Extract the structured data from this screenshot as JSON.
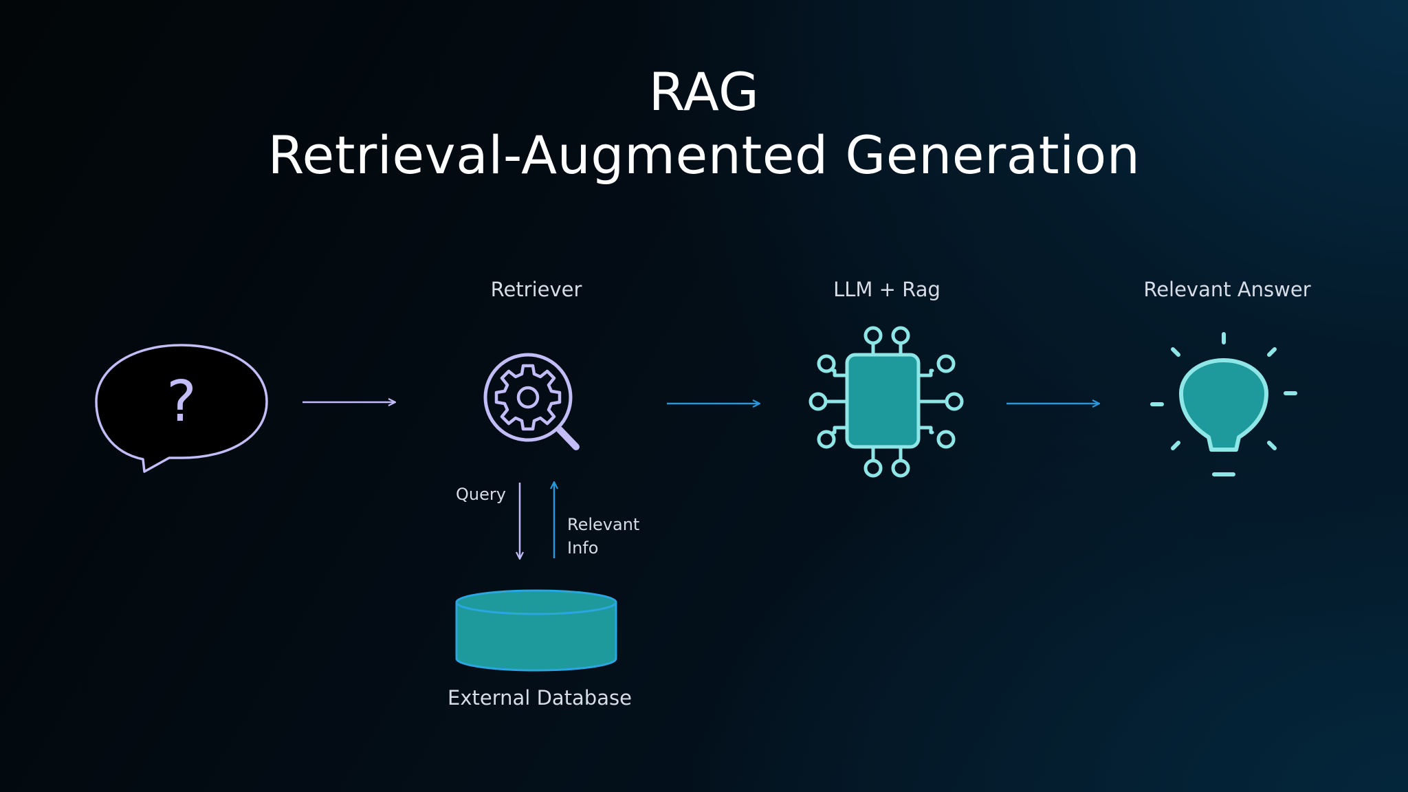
{
  "title": {
    "line1": "RAG",
    "line2": "Retrieval-Augmented Generation"
  },
  "question": {
    "symbol": "?",
    "icon": "speech-bubble-question-icon"
  },
  "retriever": {
    "label": "Retriever",
    "icon": "gear-magnifier-icon"
  },
  "llm": {
    "label": "LLM + Rag",
    "icon": "chip-circuit-icon"
  },
  "answer": {
    "label": "Relevant Answer",
    "icon": "lightbulb-icon"
  },
  "query_arrow": {
    "label": "Query"
  },
  "info_arrow": {
    "label_line1": "Relevant",
    "label_line2": "Info"
  },
  "database": {
    "label": "External Database",
    "icon": "database-cylinder-icon"
  },
  "colors": {
    "lavender": "#c2bdf7",
    "blue_arrow": "#2b96d9",
    "teal_fill": "#1f9a9c",
    "teal_stroke": "#8fe6e6",
    "db_stroke": "#2aa7e0",
    "text": "#d6dde6"
  }
}
